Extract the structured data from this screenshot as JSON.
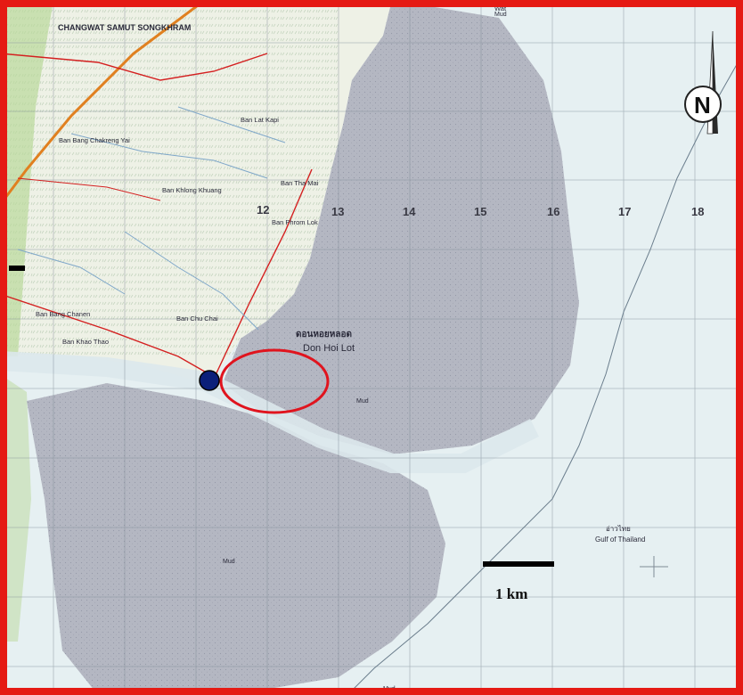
{
  "map": {
    "province_label": "CHANGWAT SAMUT SONGKHRAM",
    "place_labels": [
      "Ban Bang Chakreng Yai",
      "Ban Lat Kapi",
      "Ban Khlong Khuang",
      "Ban Tha Mai",
      "Ban Phrom Lok",
      "Ban Bang Chanen",
      "Ban Khao Thao",
      "Ban Chu Chai",
      "Wat"
    ],
    "feature_thai": "ดอนหอยหลอด",
    "feature_name": "Don Hoi Lot",
    "sea_thai": "อ่าวไทย",
    "sea_name": "Gulf of Thailand",
    "mud_labels": [
      "Mud",
      "Mud",
      "Mud",
      "Mud"
    ],
    "grid_numbers": [
      "12",
      "13",
      "14",
      "15",
      "16",
      "17",
      "18"
    ],
    "north_label": "N",
    "scale_label": "1 km",
    "colors": {
      "frame": "#e51a14",
      "marker_fill": "#0b1f7a",
      "highlight_ellipse": "#e0141e",
      "mudflat": "#b4b7c2",
      "land": "#eef1e6",
      "sea": "#e6f0f2"
    }
  }
}
